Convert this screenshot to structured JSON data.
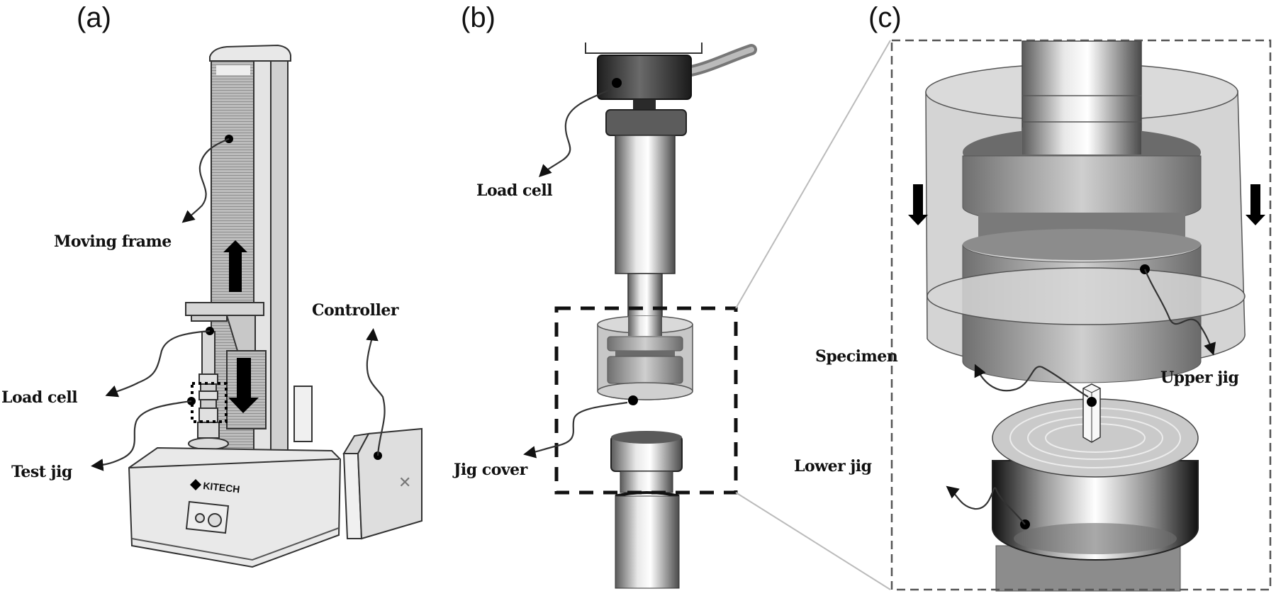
{
  "figure": {
    "panels": [
      {
        "id": "a",
        "label": "(a)",
        "callouts": {
          "moving_frame": "Moving frame",
          "load_cell": "Load cell",
          "test_jig": "Test jig",
          "controller": "Controller"
        },
        "brand": "KITECH"
      },
      {
        "id": "b",
        "label": "(b)",
        "callouts": {
          "load_cell": "Load cell",
          "jig_cover": "Jig cover"
        }
      },
      {
        "id": "c",
        "label": "(c)",
        "callouts": {
          "specimen": "Specimen",
          "upper_jig": "Upper jig",
          "lower_jig": "Lower jig"
        }
      }
    ],
    "colors": {
      "background": "#ffffff",
      "ink": "#111111",
      "metal_light": "#e6e6e6",
      "metal_mid": "#a8a8a8",
      "metal_dark": "#3a3a3a",
      "frame_gray": "#cfcfcf"
    }
  }
}
